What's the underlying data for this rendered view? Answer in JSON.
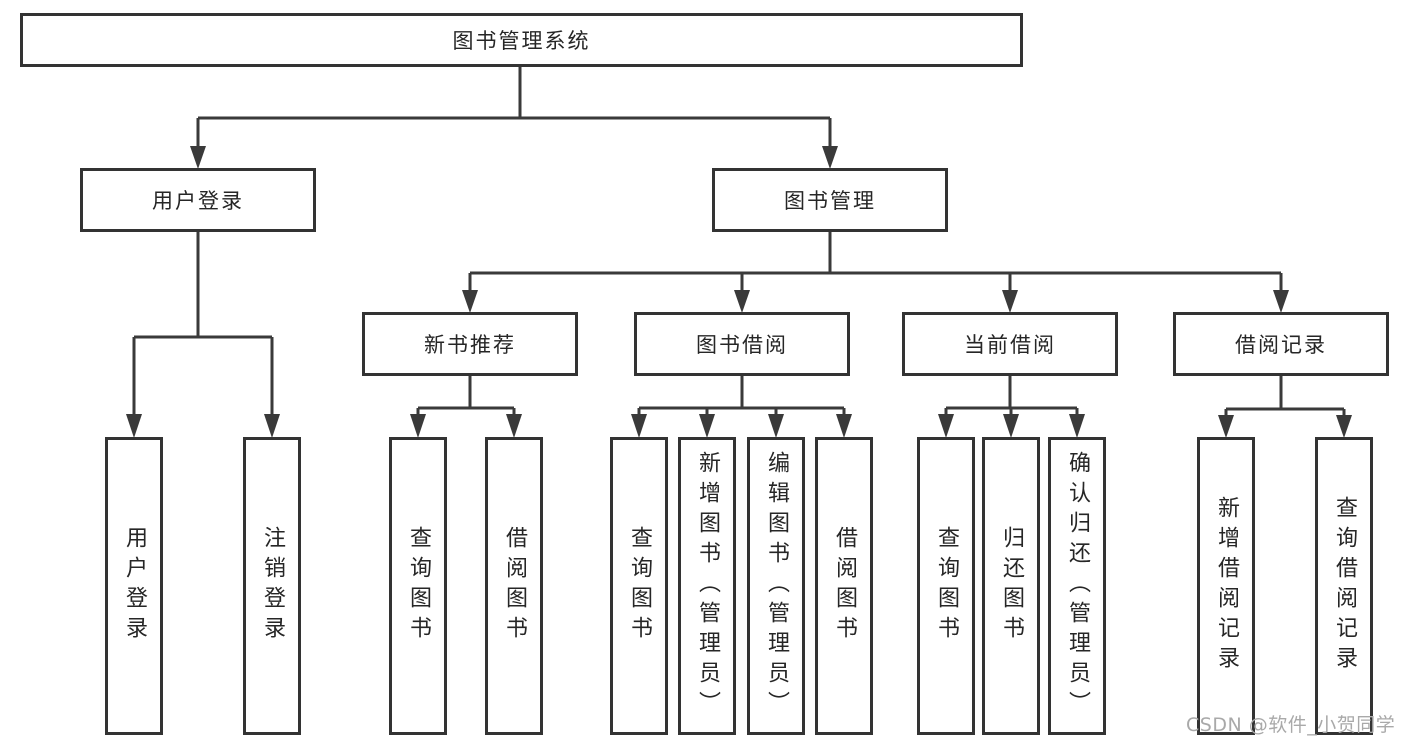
{
  "colors": {
    "line": "#3a3a3a",
    "border": "#333333",
    "text": "#262626",
    "watermark_text": "#a9a9a9",
    "background": "#ffffff"
  },
  "tree": {
    "root": {
      "label": "图书管理系统",
      "children": [
        {
          "label": "用户登录",
          "children": [
            {
              "label": "用户登录"
            },
            {
              "label": "注销登录"
            }
          ]
        },
        {
          "label": "图书管理",
          "children": [
            {
              "label": "新书推荐",
              "children": [
                {
                  "label": "查询图书"
                },
                {
                  "label": "借阅图书"
                }
              ]
            },
            {
              "label": "图书借阅",
              "children": [
                {
                  "label": "查询图书"
                },
                {
                  "label": "新增图书（管理员）"
                },
                {
                  "label": "编辑图书（管理员）"
                },
                {
                  "label": "借阅图书"
                }
              ]
            },
            {
              "label": "当前借阅",
              "children": [
                {
                  "label": "查询图书"
                },
                {
                  "label": "归还图书"
                },
                {
                  "label": "确认归还（管理员）"
                }
              ]
            },
            {
              "label": "借阅记录",
              "children": [
                {
                  "label": "新增借阅记录"
                },
                {
                  "label": "查询借阅记录"
                }
              ]
            }
          ]
        }
      ]
    }
  },
  "watermark": {
    "text": "CSDN @软件_小贺同学"
  }
}
